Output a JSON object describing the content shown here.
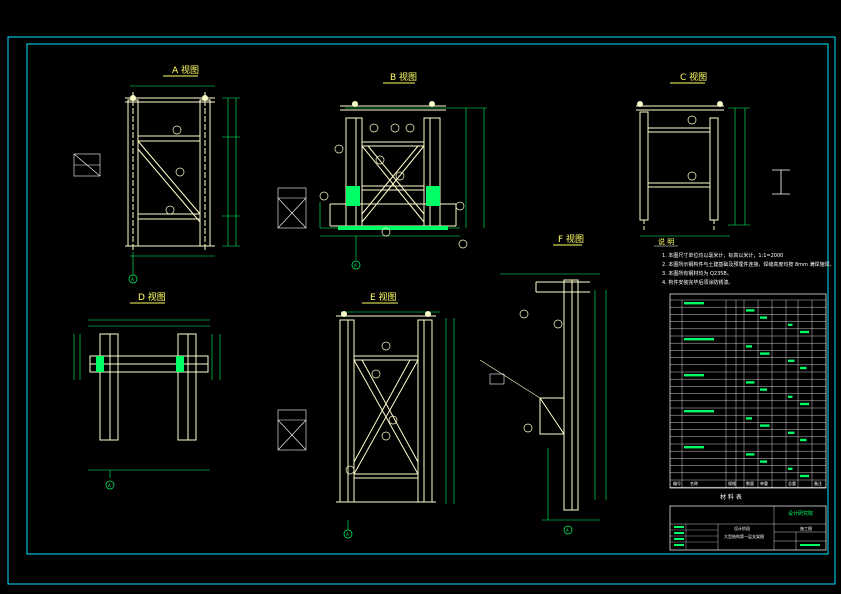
{
  "views": {
    "a": "A 视图",
    "b": "B 视图",
    "c": "C 视图",
    "d": "D 视图",
    "e": "E 视图",
    "f": "F 视图"
  },
  "axis_marker": "A",
  "notes": {
    "title": "说 明",
    "lines": [
      "1. 本图尺寸单位均以毫米计，标高以米计，1:1=2000",
      "2. 本图所示钢构件与土建基础及预埋件连接，焊缝高度均按 8mm 满焊施焊。",
      "3. 本图所有钢材均为 Q235B。",
      "4. 构件安装完毕后须涂防锈漆。"
    ]
  },
  "table": {
    "header": [
      "编号",
      "名称",
      "规格",
      "数量",
      "单重",
      "总重",
      "备注"
    ],
    "footer": "材 料 表"
  },
  "title_block": {
    "project": "设计阶段",
    "drawing_title": "大型结构第一层支架图",
    "drawing_no": "施工图",
    "company": "设计研究院"
  },
  "colors": {
    "background": "#000000",
    "frame": "#00e5ff",
    "structure": "#ffffcc",
    "dimension": "#00ff66",
    "label": "#ffff66"
  }
}
